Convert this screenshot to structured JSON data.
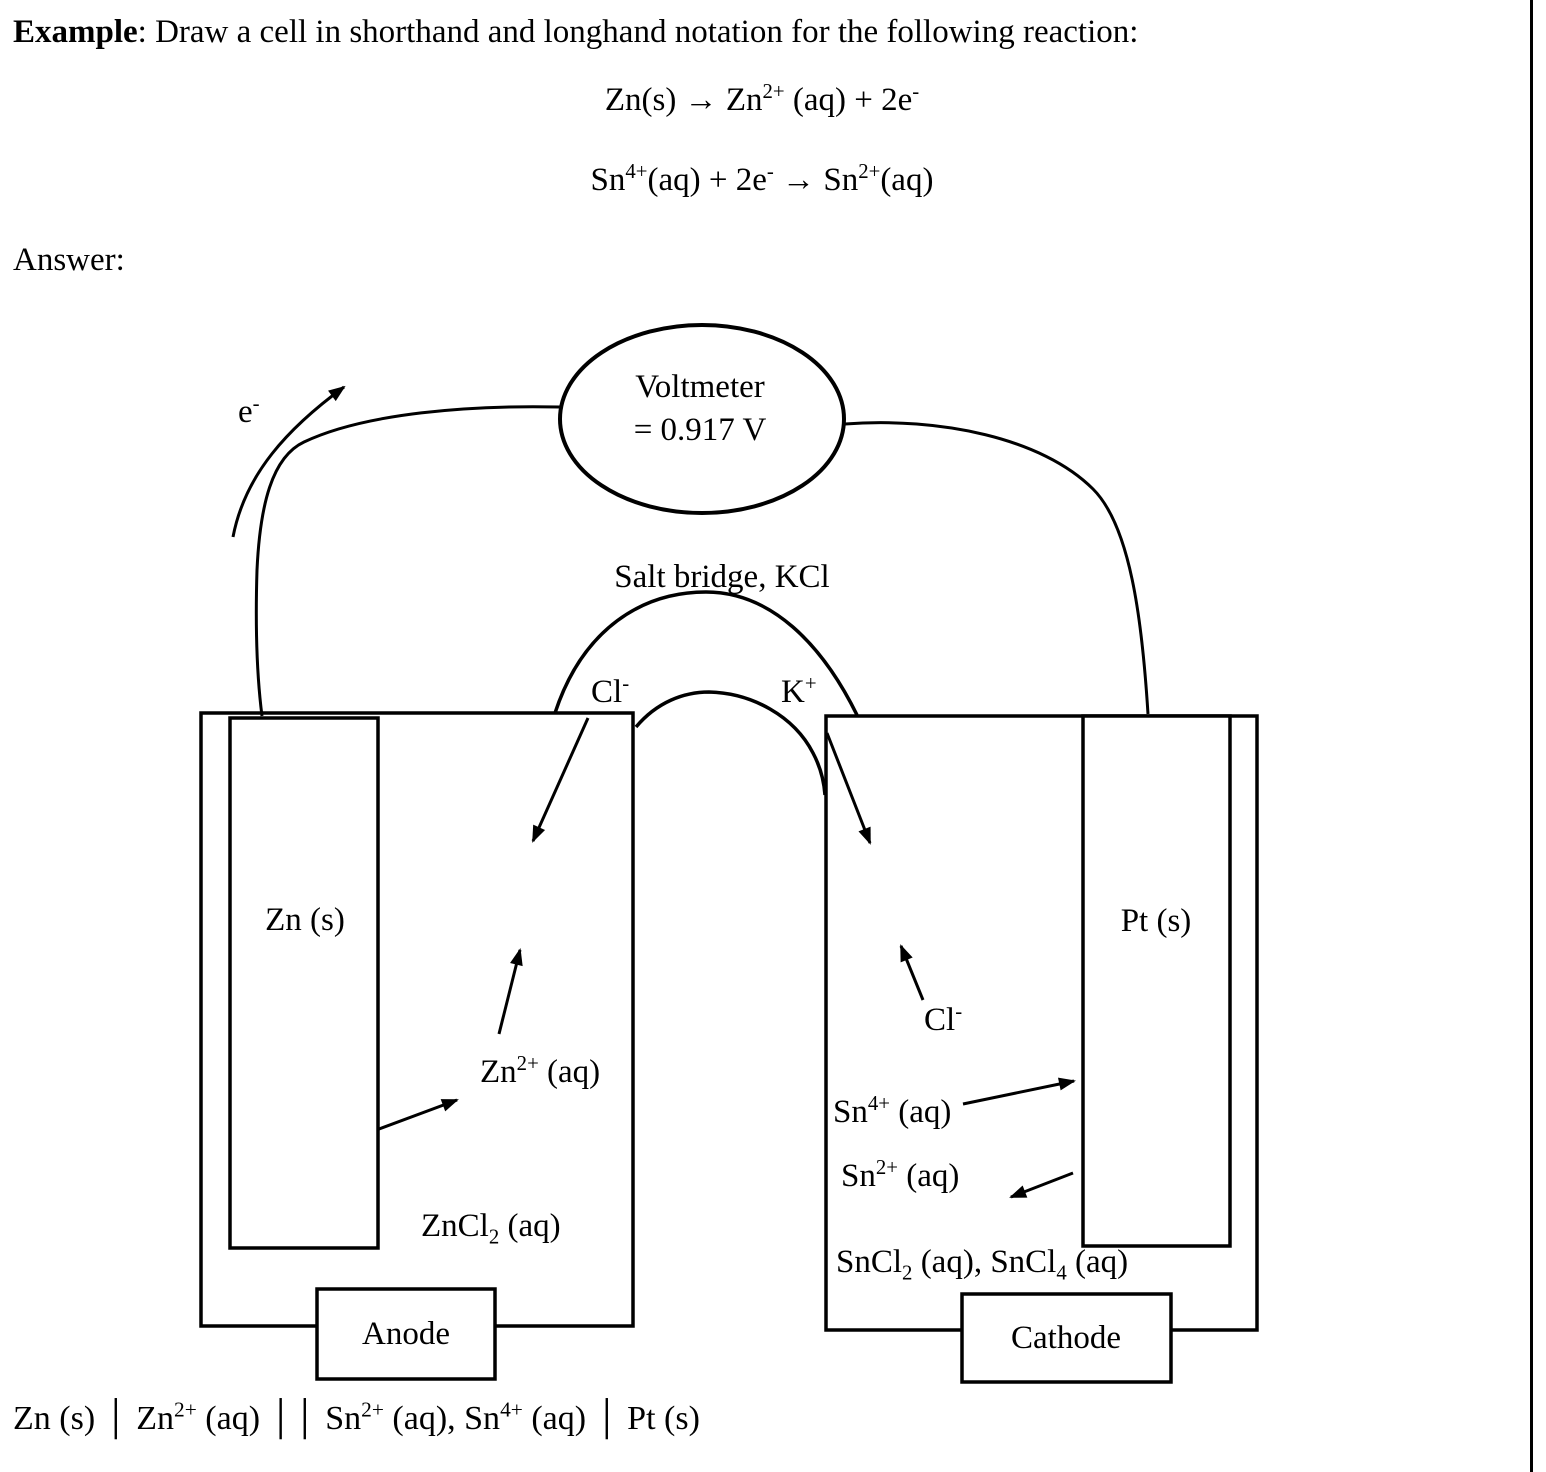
{
  "page": {
    "prompt_bold": "Example",
    "prompt_rest": ": Draw a cell in shorthand and longhand notation for the following reaction:",
    "half_reaction_oxidation": "Zn(s) → Zn^{2+} (aq) + 2e^{-}",
    "half_reaction_reduction": "Sn^{4+}(aq) + 2e^{-} → Sn^{2+}(aq)",
    "answer_label": "Answer:",
    "shorthand_notation": "Zn (s) │ Zn^{2+} (aq) ││ Sn^{2+} (aq), Sn^{4+} (aq) │ Pt (s)"
  },
  "diagram": {
    "voltmeter_line1": "Voltmeter",
    "voltmeter_line2": "= 0.917 V",
    "electron_label": "e^{-}",
    "salt_bridge_label": "Salt bridge, KCl",
    "bridge_chloride_label": "Cl^{-}",
    "bridge_potassium_label": "K^{+}",
    "anode_electrode_label": "Zn (s)",
    "cathode_electrode_label": "Pt (s)",
    "zinc_ion_label": "Zn^{2+} (aq)",
    "anode_solution_label": "ZnCl_{2} (aq)",
    "cathode_chloride_label": "Cl^{-}",
    "tin4_ion_label": "Sn^{4+} (aq)",
    "tin2_ion_label": "Sn^{2+} (aq)",
    "cathode_solution_label": "SnCl_{2} (aq), SnCl_{4} (aq)",
    "anode_box_label": "Anode",
    "cathode_box_label": "Cathode"
  }
}
